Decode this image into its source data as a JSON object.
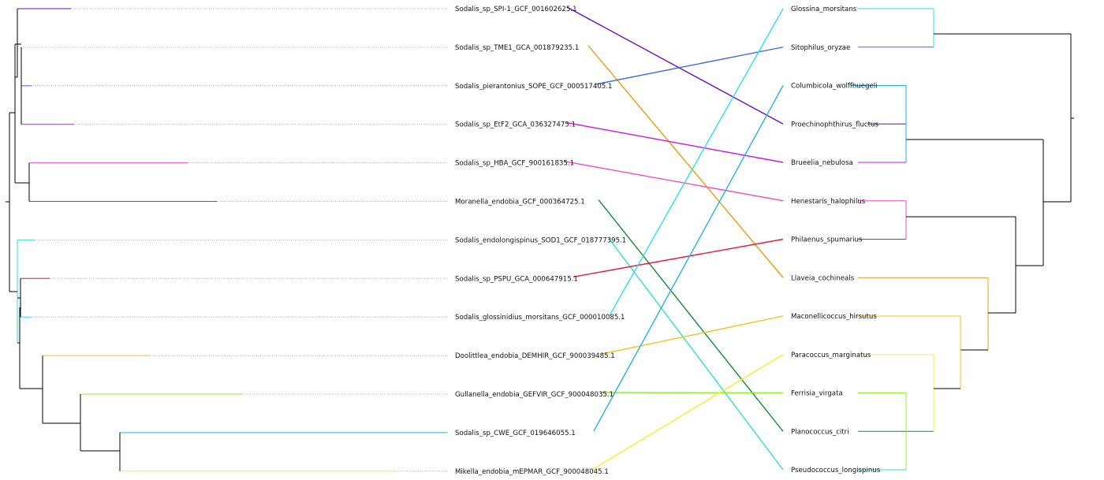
{
  "left_tree": {
    "taxa": [
      {
        "label": "Sodalis_sp_SPI-1_GCF_001602625.1",
        "color": "#6a0dc2"
      },
      {
        "label": "Sodalis_sp_TME1_GCA_001879235.1",
        "color": "#ec9b14"
      },
      {
        "label": "Sodalis_pierantonius_SOPE_GCF_000517405.1",
        "color": "#3f6ae0"
      },
      {
        "label": "Sodalis_sp_EtF2_GCA_036327475.1",
        "color": "#c716e0"
      },
      {
        "label": "Sodalis_sp_HBA_GCF_900161835.1",
        "color": "#ee4fc3"
      },
      {
        "label": "Moranella_endobia_GCF_000364725.1",
        "color": "#138a3a"
      },
      {
        "label": "Sodalis_endolongispinus_SOD1_GCF_018777395.1",
        "color": "#35e0c0"
      },
      {
        "label": "Sodalis_sp_PSPU_GCA_000647915.1",
        "color": "#e41940"
      },
      {
        "label": "Sodalis_glossinidius_morsitans_GCF_000010085.1",
        "color": "#29e2ee"
      },
      {
        "label": "Doolittlea_endobia_DEMHIR_GCF_900039485.1",
        "color": "#f4c21a"
      },
      {
        "label": "Gullanella_endobia_GEFVIR_GCF_900048035.1",
        "color": "#94ec2c"
      },
      {
        "label": "Sodalis_sp_CWE_GCF_019646055.1",
        "color": "#22b2e6"
      },
      {
        "label": "Mikella_endobia_mEPMAR_GCF_900048045.1",
        "color": "#f5ef2a"
      }
    ]
  },
  "right_tree": {
    "taxa": [
      {
        "label": "Glossina_morsitans",
        "color": "#29e2ee"
      },
      {
        "label": "Sitophilus_oryzae",
        "color": "#3f6ae0"
      },
      {
        "label": "Columbicola_wolffhuegeli",
        "color": "#22b2e6"
      },
      {
        "label": "Proechinophthirus_fluctus",
        "color": "#6a0dc2"
      },
      {
        "label": "Brueelia_nebulosa",
        "color": "#c716e0"
      },
      {
        "label": "Henestaris_halophilus",
        "color": "#ee4fc3"
      },
      {
        "label": "Philaenus_spumarius",
        "color": "#e41940"
      },
      {
        "label": "Llaveia_cochineals",
        "color": "#ec9b14"
      },
      {
        "label": "Maconellicoccus_hirsutus",
        "color": "#f4c21a"
      },
      {
        "label": "Paracoccus_marginatus",
        "color": "#f5ef2a"
      },
      {
        "label": "Ferrisia_virgata",
        "color": "#94ec2c"
      },
      {
        "label": "Planococcus_citri",
        "color": "#138a3a"
      },
      {
        "label": "Pseudococcus_longispinus",
        "color": "#35e0c0"
      }
    ]
  },
  "associations": [
    {
      "left": "Sodalis_sp_SPI-1_GCF_001602625.1",
      "right": "Proechinophthirus_fluctus",
      "color": "#6a0dc2"
    },
    {
      "left": "Sodalis_sp_TME1_GCA_001879235.1",
      "right": "Llaveia_cochineals",
      "color": "#ec9b14"
    },
    {
      "left": "Sodalis_pierantonius_SOPE_GCF_000517405.1",
      "right": "Sitophilus_oryzae",
      "color": "#3f6ae0"
    },
    {
      "left": "Sodalis_sp_EtF2_GCA_036327475.1",
      "right": "Brueelia_nebulosa",
      "color": "#c716e0"
    },
    {
      "left": "Sodalis_sp_HBA_GCF_900161835.1",
      "right": "Henestaris_halophilus",
      "color": "#ee4fc3"
    },
    {
      "left": "Moranella_endobia_GCF_000364725.1",
      "right": "Planococcus_citri",
      "color": "#138a3a"
    },
    {
      "left": "Sodalis_endolongispinus_SOD1_GCF_018777395.1",
      "right": "Pseudococcus_longispinus",
      "color": "#35e0c0"
    },
    {
      "left": "Sodalis_sp_PSPU_GCA_000647915.1",
      "right": "Philaenus_spumarius",
      "color": "#e41940"
    },
    {
      "left": "Sodalis_glossinidius_morsitans_GCF_000010085.1",
      "right": "Glossina_morsitans",
      "color": "#29e2ee"
    },
    {
      "left": "Doolittlea_endobia_DEMHIR_GCF_900039485.1",
      "right": "Maconellicoccus_hirsutus",
      "color": "#f4c21a"
    },
    {
      "left": "Gullanella_endobia_GEFVIR_GCF_900048035.1",
      "right": "Ferrisia_virgata",
      "color": "#94ec2c"
    },
    {
      "left": "Sodalis_sp_CWE_GCF_019646055.1",
      "right": "Columbicola_wolffhuegeli",
      "color": "#22b2e6"
    },
    {
      "left": "Mikella_endobia_mEPMAR_GCF_900048045.1",
      "right": "Paracoccus_marginatus",
      "color": "#f5ef2a"
    }
  ]
}
